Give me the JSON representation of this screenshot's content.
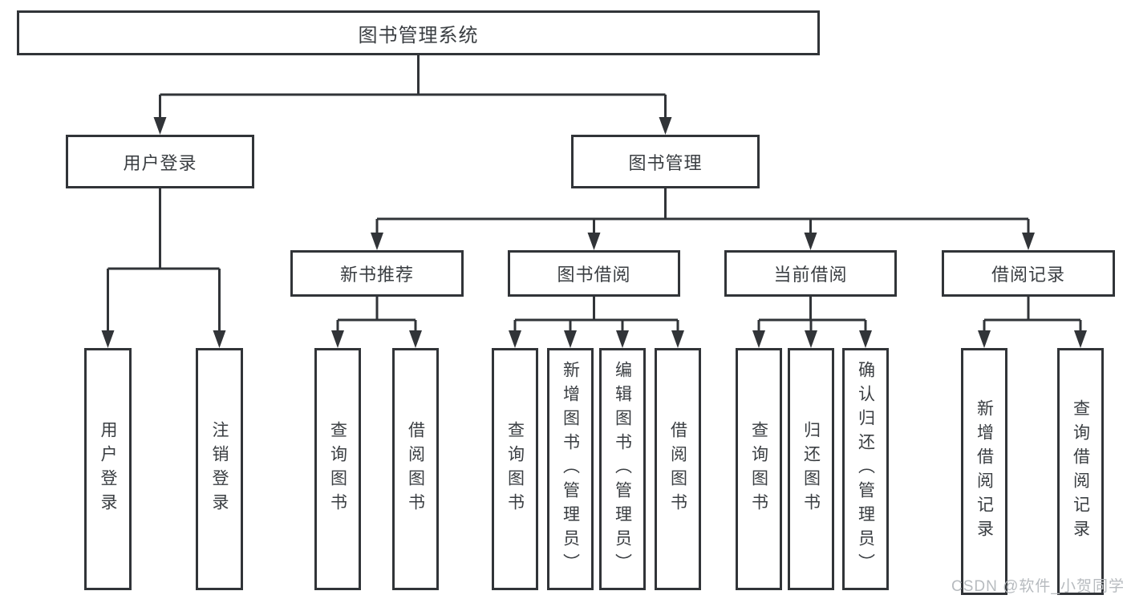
{
  "diagram": {
    "root": "图书管理系统",
    "branches": [
      {
        "label": "用户登录",
        "children": [
          "用户登录",
          "注销登录"
        ]
      },
      {
        "label": "图书管理",
        "children": [
          {
            "label": "新书推荐",
            "children": [
              "查询图书",
              "借阅图书"
            ]
          },
          {
            "label": "图书借阅",
            "children": [
              "查询图书",
              "新增图书（管理员）",
              "编辑图书（管理员）",
              "借阅图书"
            ]
          },
          {
            "label": "当前借阅",
            "children": [
              "查询图书",
              "归还图书",
              "确认归还（管理员）"
            ]
          },
          {
            "label": "借阅记录",
            "children": [
              "新增借阅记录",
              "查询借阅记录"
            ]
          }
        ]
      }
    ]
  },
  "watermark": "CSDN @软件_小贺同学",
  "colors": {
    "line": "#313438",
    "text": "#3a3e42",
    "background": "#ffffff",
    "watermark": "#b7bbbf"
  }
}
